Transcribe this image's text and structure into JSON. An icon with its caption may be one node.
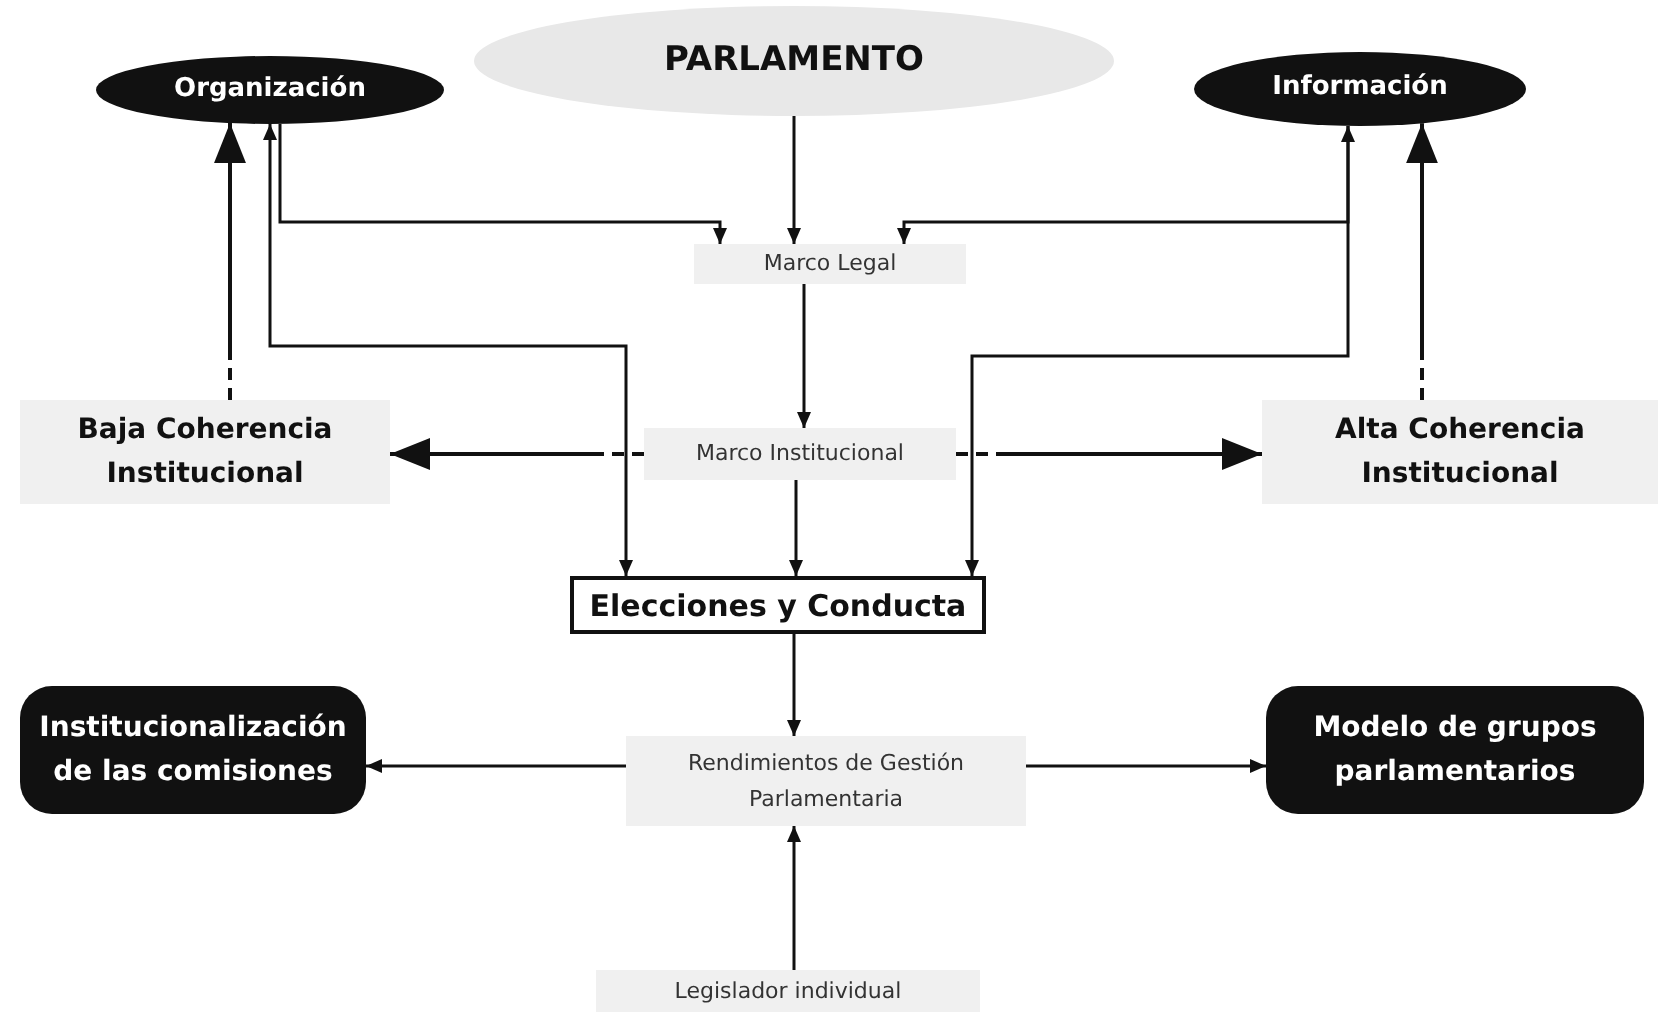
{
  "diagram": {
    "nodes": [
      {
        "text": [
          "PARLAMENTO"
        ]
      },
      {
        "text": [
          "Organización"
        ]
      },
      {
        "text": [
          "Información"
        ]
      },
      {
        "text": [
          "Marco Legal"
        ]
      },
      {
        "text": [
          "Baja Coherencia Institucional"
        ]
      },
      {
        "text": [
          "Marco Institucional"
        ]
      },
      {
        "text": [
          "Alta Coherencia Institucional"
        ]
      },
      {
        "text": [
          "Elecciones y Conducta"
        ]
      },
      {
        "text": [
          "Institucionalización de las comisiones"
        ]
      },
      {
        "text": [
          "Rendimientos de Gestión Parlamentaria"
        ]
      },
      {
        "text": [
          "Modelo de grupos parlamentarios"
        ]
      },
      {
        "text": [
          "Legislador individual"
        ]
      }
    ],
    "edges": [
      {
        "from": 0,
        "to": 3,
        "arrow": "to"
      },
      {
        "from": 3,
        "to": 5,
        "arrow": "to"
      },
      {
        "from": 5,
        "to": 7,
        "arrow": "to"
      },
      {
        "from": 7,
        "to": 9,
        "arrow": "to"
      },
      {
        "from": 11,
        "to": 9,
        "arrow": "to"
      },
      {
        "from": 9,
        "to": 8,
        "arrow": "to"
      },
      {
        "from": 9,
        "to": 10,
        "arrow": "to"
      },
      {
        "from": 5,
        "to": 4,
        "arrow": "to",
        "style": "dashed"
      },
      {
        "from": 5,
        "to": 6,
        "arrow": "to",
        "style": "dashed"
      },
      {
        "from": 4,
        "to": 1,
        "arrow": "to",
        "style": "dashed"
      },
      {
        "from": 6,
        "to": 2,
        "arrow": "to",
        "style": "dashed"
      },
      {
        "from": 1,
        "to": 7,
        "arrow": "both"
      },
      {
        "from": 1,
        "to": 3,
        "arrow": "to"
      },
      {
        "from": 2,
        "to": 7,
        "arrow": "both"
      },
      {
        "from": 2,
        "to": 3,
        "arrow": "to"
      }
    ]
  }
}
